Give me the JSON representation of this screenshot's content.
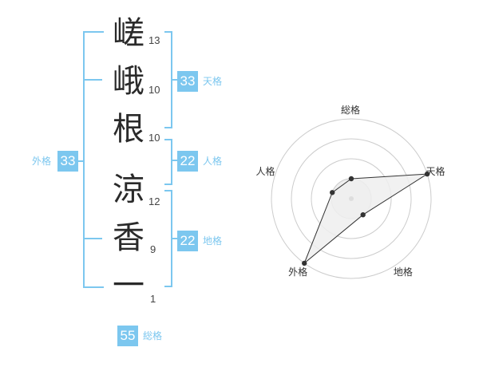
{
  "name": {
    "characters": [
      {
        "char": "嵯",
        "strokes": "13"
      },
      {
        "char": "峨",
        "strokes": "10"
      },
      {
        "char": "根",
        "strokes": "10"
      },
      {
        "char": "涼",
        "strokes": "12"
      },
      {
        "char": "香",
        "strokes": "9"
      },
      {
        "char": "一",
        "strokes": "1"
      }
    ]
  },
  "fortune": {
    "tenkaku": {
      "value": "33",
      "label": "天格"
    },
    "jinkaku": {
      "value": "22",
      "label": "人格"
    },
    "chikaku": {
      "value": "22",
      "label": "地格"
    },
    "gaikaku": {
      "value": "33",
      "label": "外格"
    },
    "soukaku": {
      "value": "55",
      "label": "総格"
    }
  },
  "radar": {
    "axes": [
      {
        "label": "総格",
        "value": 1
      },
      {
        "label": "天格",
        "value": 4
      },
      {
        "label": "地格",
        "value": 1
      },
      {
        "label": "外格",
        "value": 4
      },
      {
        "label": "人格",
        "value": 1
      }
    ],
    "max": 4,
    "colors": {
      "ring": "#cccccc",
      "fill": "#eeeeee",
      "line": "#333333",
      "center": "#dddddd"
    }
  }
}
